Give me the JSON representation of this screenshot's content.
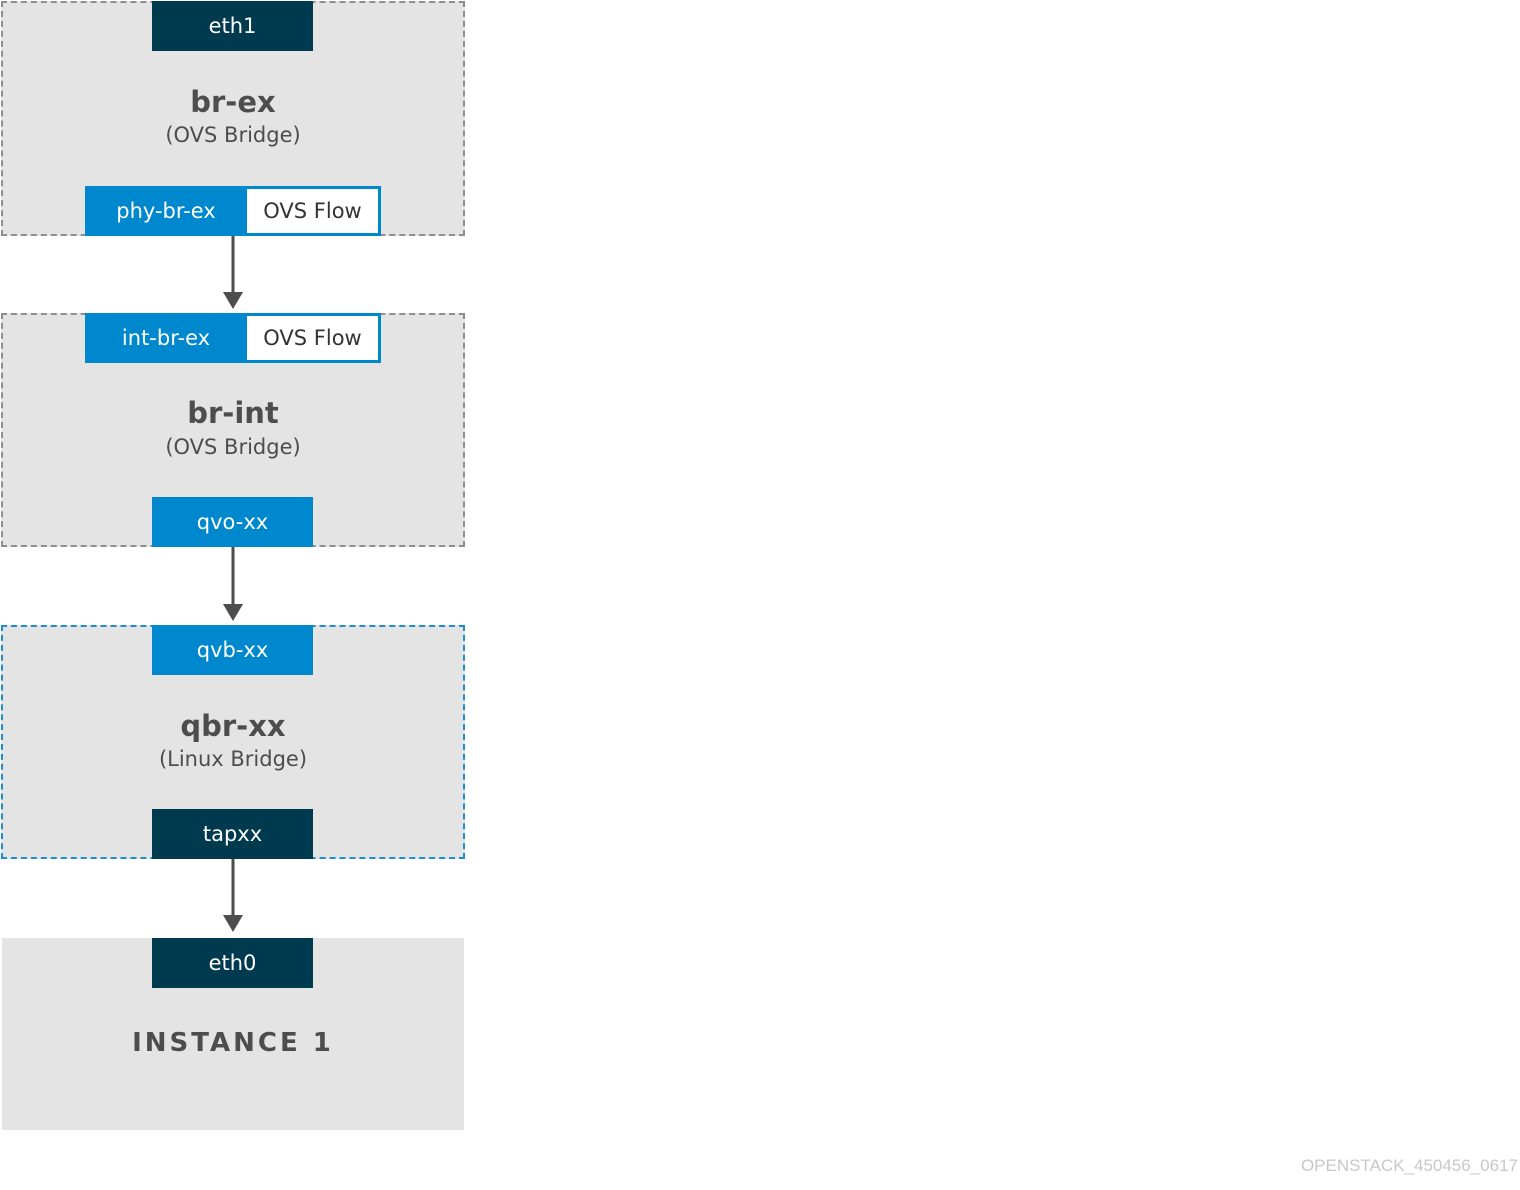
{
  "bridges": {
    "br_ex": {
      "name": "br-ex",
      "type": "(OVS Bridge)",
      "top_port": "eth1",
      "bottom_port": "phy-br-ex",
      "bottom_flow": "OVS Flow"
    },
    "br_int": {
      "name": "br-int",
      "type": "(OVS Bridge)",
      "top_port": "int-br-ex",
      "top_flow": "OVS Flow",
      "bottom_port": "qvo-xx"
    },
    "qbr": {
      "name": "qbr-xx",
      "type": "(Linux Bridge)",
      "top_port": "qvb-xx",
      "bottom_port": "tapxx"
    }
  },
  "instance": {
    "port": "eth0",
    "label": "INSTANCE 1"
  },
  "watermark": "OPENSTACK_450456_0617",
  "colors": {
    "box_fill": "#e4e4e4",
    "ovs_border": "#8f8f8f",
    "linux_border": "#1a8fd3",
    "port_dark": "#003a4f",
    "port_blue": "#0088ce",
    "arrow": "#4d4d4d",
    "text": "#4d4d4d"
  }
}
